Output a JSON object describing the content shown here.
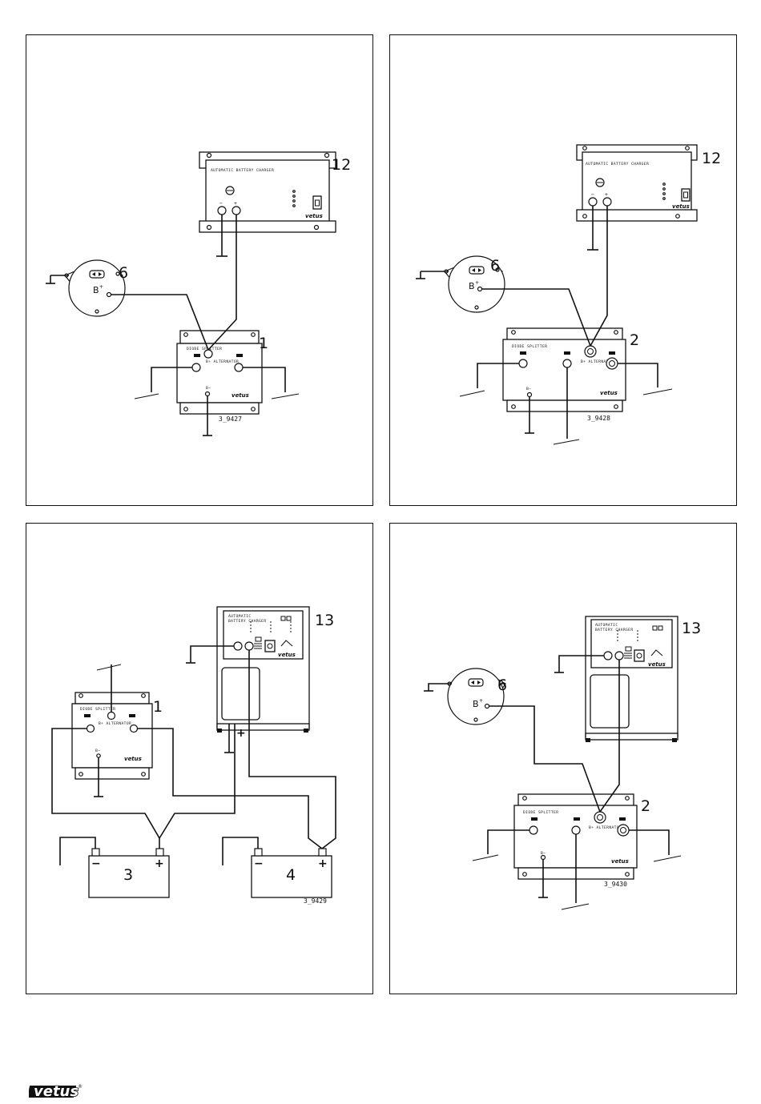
{
  "panels": [
    {
      "id": "tl",
      "drawing_number": "3_9427",
      "charger": {
        "ref": "12",
        "title": "AUTOMATIC BATTERY CHARGER",
        "minus": "−",
        "plus": "+",
        "brand": "vetus"
      },
      "alternator": {
        "ref": "6",
        "terminal": "B",
        "terminal_sup": "+"
      },
      "splitter": {
        "ref": "1",
        "title": "DIODE SPLITTER",
        "center_label": "B+ ALTERNATOR",
        "ground": "B−",
        "brand": "vetus"
      }
    },
    {
      "id": "tr",
      "drawing_number": "3_9428",
      "charger": {
        "ref": "12",
        "title": "AUTOMATIC BATTERY CHARGER",
        "minus": "−",
        "plus": "+",
        "brand": "vetus"
      },
      "alternator": {
        "ref": "6",
        "terminal": "B",
        "terminal_sup": "+"
      },
      "splitter": {
        "ref": "2",
        "title": "DIODE SPLITTER",
        "center_label": "B+ ALTERNATOR",
        "ground": "B−",
        "brand": "vetus"
      }
    },
    {
      "id": "bl",
      "drawing_number": "3_9429",
      "charger": {
        "ref": "13",
        "title_1": "AUTOMATIC",
        "title_2": "BATTERY CHARGER",
        "plus": "+",
        "brand": "vetus"
      },
      "splitter": {
        "ref": "1",
        "title": "DIODE SPLITTER",
        "center_label": "B+ ALTERNATOR",
        "ground": "B−",
        "brand": "vetus"
      },
      "battery_a": {
        "ref": "3",
        "minus": "−",
        "plus": "+"
      },
      "battery_b": {
        "ref": "4",
        "minus": "−",
        "plus": "+"
      }
    },
    {
      "id": "br",
      "drawing_number": "3_9430",
      "charger": {
        "ref": "13",
        "title_1": "AUTOMATIC",
        "title_2": "BATTERY CHARGER",
        "brand": "vetus"
      },
      "alternator": {
        "ref": "6",
        "terminal": "B",
        "terminal_sup": "+"
      },
      "splitter": {
        "ref": "2",
        "title": "DIODE SPLITTER",
        "center_label": "B+ ALTERNATOR",
        "ground": "B−",
        "brand": "vetus"
      }
    }
  ],
  "footer": {
    "logo_text": "vetus",
    "logo_mark": "®"
  }
}
